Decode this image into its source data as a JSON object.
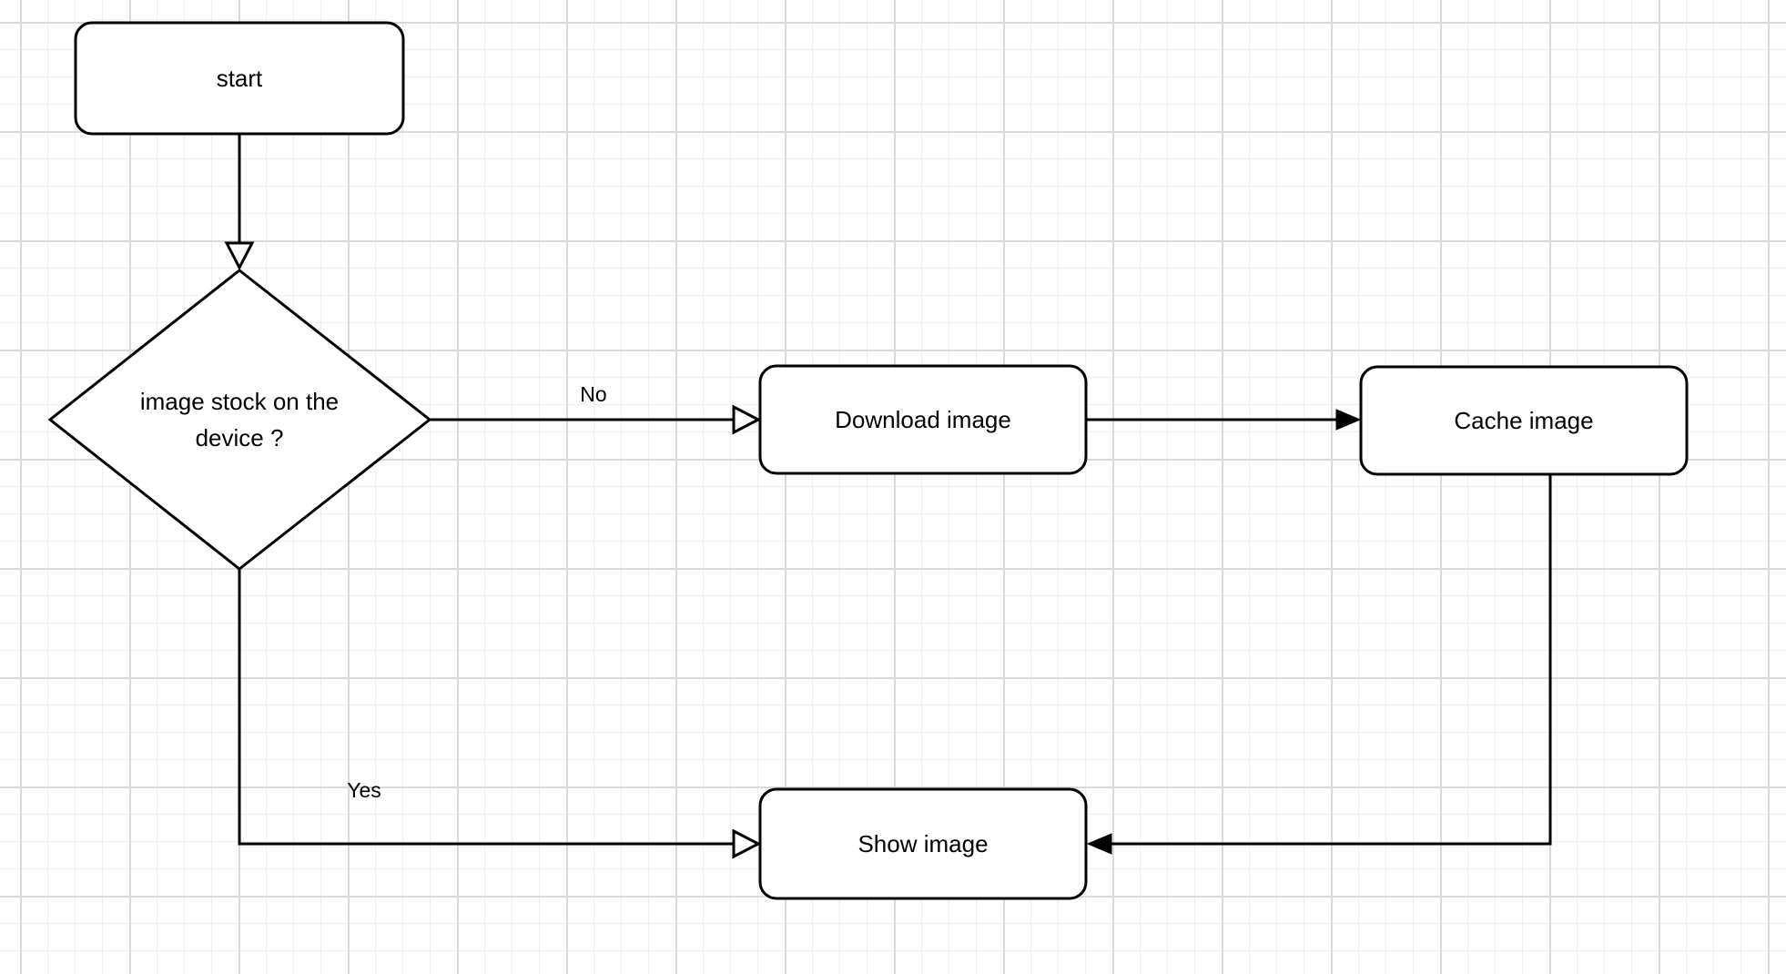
{
  "diagram": {
    "type": "flowchart",
    "nodes": {
      "start": {
        "label": "start",
        "shape": "rounded-rectangle"
      },
      "decision": {
        "label": "image stock on the device ?",
        "label_line1": "image stock on the",
        "label_line2": "device ?",
        "shape": "diamond"
      },
      "download": {
        "label": "Download image",
        "shape": "rounded-rectangle"
      },
      "cache": {
        "label": "Cache image",
        "shape": "rounded-rectangle"
      },
      "show": {
        "label": "Show image",
        "shape": "rounded-rectangle"
      }
    },
    "edges": {
      "start_to_decision": {
        "label": "",
        "arrowhead": "open-triangle"
      },
      "decision_no": {
        "label": "No",
        "arrowhead": "open-triangle"
      },
      "decision_yes": {
        "label": "Yes",
        "arrowhead": "open-triangle"
      },
      "download_to_cache": {
        "label": "",
        "arrowhead": "filled-triangle"
      },
      "cache_to_show": {
        "label": "",
        "arrowhead": "filled-triangle"
      }
    },
    "colors": {
      "node_fill": "#ffffff",
      "stroke": "#000000",
      "text": "#000000",
      "grid_minor": "#efefef",
      "grid_major": "#d9d9d9",
      "background": "#ffffff"
    }
  }
}
